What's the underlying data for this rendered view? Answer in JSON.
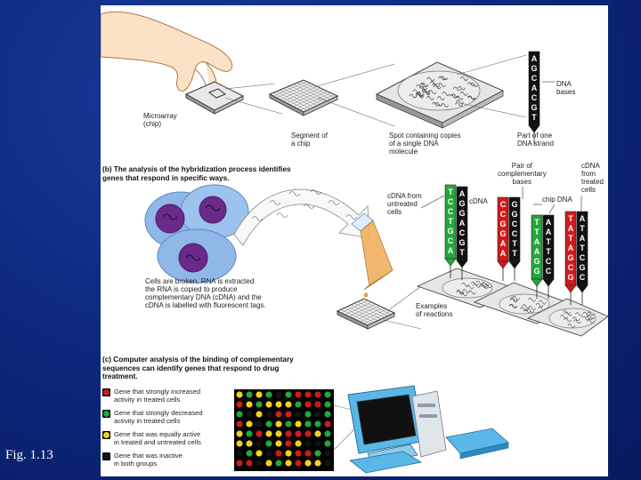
{
  "caption": "Fig. 1.13",
  "panel_a": {
    "microarray_label": "Microarray\n(chip)",
    "segment_label": "Segment of\na chip",
    "spot_label": "Spot containing copies\nof a single DNA\nmolecule",
    "strand_label": "Part of one\nDNA strand",
    "dna_bases_label": "DNA\nbases",
    "strand_bases": [
      "A",
      "G",
      "C",
      "A",
      "C",
      "G",
      "T"
    ]
  },
  "panel_b": {
    "heading": "(b) The analysis of the hybridization process identifies\ngenes that respond in specific ways.",
    "cells_text": "Cells are broken, RNA is extracted\nthe RNA is copied to produce\ncomplementary DNA (cDNA) and the\ncDNA is labelled with fluorescent tags.",
    "pair_label": "Pair of\ncomplementary\nbases",
    "cdna_untreated_label": "cDNA from\nuntreated\ncells",
    "cdna_label": "cDNA",
    "chip_dna_label": "chip DNA",
    "cdna_treated_label": "cDNA\nfrom\ntreated\ncells",
    "examples_label": "Examples\nof reactions",
    "strand1_bases": [
      "T",
      "C",
      "C",
      "T",
      "G",
      "C",
      "A"
    ],
    "strand2_bases": [
      "A",
      "G",
      "G",
      "A",
      "C",
      "G",
      "T"
    ],
    "strand3_bases": [
      "C",
      "C",
      "G",
      "G",
      "A",
      "A"
    ],
    "strand4_bases": [
      "G",
      "G",
      "C",
      "C",
      "T",
      "T"
    ],
    "strand5_bases": [
      "T",
      "T",
      "A",
      "A",
      "G",
      "G"
    ],
    "strand6_bases": [
      "A",
      "A",
      "T",
      "T",
      "C",
      "C"
    ],
    "strand7_bases": [
      "T",
      "A",
      "T",
      "A",
      "G",
      "C",
      "G"
    ],
    "strand8_bases": [
      "A",
      "T",
      "A",
      "T",
      "C",
      "G",
      "C"
    ]
  },
  "panel_c": {
    "heading": "(c) Computer analysis of the binding of complementary\nsequences can identify genes that respond to drug\ntreatment.",
    "legend": [
      {
        "color": "#d21a1a",
        "text": "Gene that strongly increased\nactivity in treated cells"
      },
      {
        "color": "#22a83a",
        "text": "Gene that strongly decreased\nactivity in treated cells"
      },
      {
        "color": "#f2d21a",
        "text": "Gene that was equally active\nin treated and untreated cells"
      },
      {
        "color": "#111111",
        "text": "Gene that was inactive\nin both groups"
      }
    ]
  },
  "colors": {
    "background": "#0d2a80",
    "cell": "#8fb8e8",
    "nucleus": "#6a2a8a",
    "chip": "#e8e8e8",
    "strand_red": "#d21a1a",
    "strand_green": "#22a83a",
    "strand_black": "#111111",
    "computer_blue": "#5ab8e8"
  }
}
